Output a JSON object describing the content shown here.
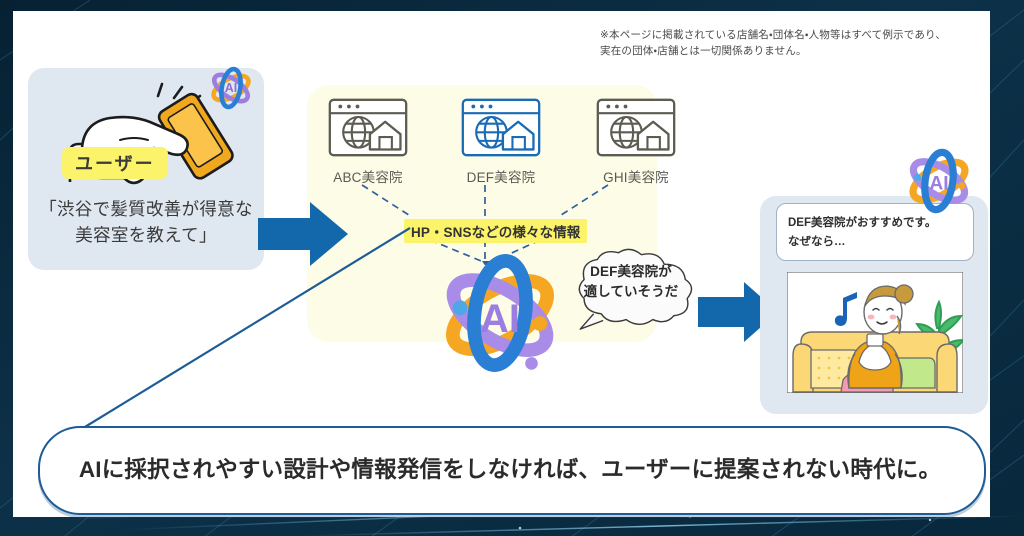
{
  "theme": {
    "frame_navy": "#0a2a3f",
    "card_white": "#ffffff",
    "panel_blue": "#dfe7f1",
    "panel_yellow": "#fdfce6",
    "highlight_yellow": "#fbf36a",
    "arrow_blue": "#1368ab",
    "banner_border": "#1d5c96",
    "dashed_line": "#2f5fa0",
    "text_dark": "#2b2b2b"
  },
  "disclaimer": {
    "line1": "※本ページに掲載されている店舗名・団体名・人物等はすべて例示であり、",
    "line2": "実在の団体・店舗とは一切関係ありません。"
  },
  "user_panel": {
    "badge_label": "ユーザー",
    "quote_line1": "「渋谷で髪質改善が得意な",
    "quote_line2": "美容室を教えて」",
    "icon_name": "hand-holding-smartphone-illustration",
    "ai_icon_name": "ai-atom-logo"
  },
  "center_panel": {
    "shops": [
      {
        "id": "abc",
        "label": "ABC美容院",
        "icon": "browser-globe-storefront-icon",
        "highlighted": false
      },
      {
        "id": "def",
        "label": "DEF美容院",
        "icon": "browser-globe-storefront-icon",
        "highlighted": true
      },
      {
        "id": "ghi",
        "label": "GHI美容院",
        "icon": "browser-globe-storefront-icon",
        "highlighted": false
      }
    ],
    "info_tag": "HP・SNSなどの様々な情報",
    "ai_logo_label": "AI",
    "thought_line1": "DEF美容院が",
    "thought_line2": "適していそうだ"
  },
  "right_panel": {
    "reply_line1": "DEF美容院がおすすめです。",
    "reply_line2": "なぜなら…",
    "scene_name": "woman-relaxing-on-sofa-illustration",
    "ai_icon_name": "ai-atom-logo"
  },
  "arrows": {
    "arrow1_name": "arrow-user-to-ai",
    "arrow2_name": "arrow-ai-to-user"
  },
  "banner": {
    "text": "AIに採択されやすい設計や情報発信をしなければ、ユーザーに提案されない時代に。"
  }
}
